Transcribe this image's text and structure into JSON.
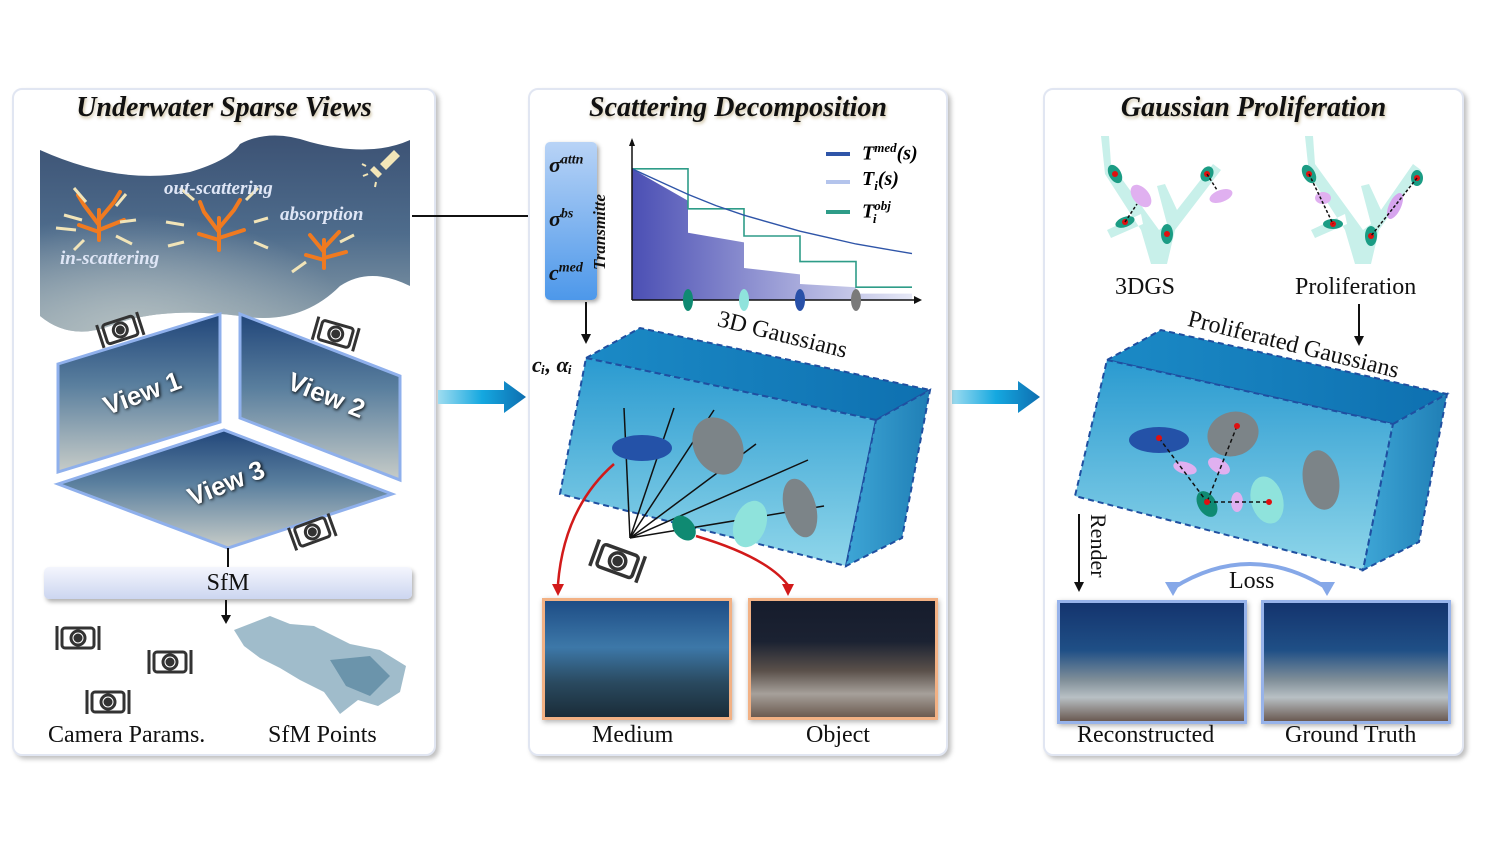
{
  "panels": {
    "underwater": {
      "title": "Underwater Sparse Views",
      "phenomena": [
        "out-scattering",
        "absorption",
        "in-scattering"
      ],
      "views": [
        "View 1",
        "View 2",
        "View 3"
      ],
      "sfm_label": "SfM",
      "outputs": [
        "Camera Params.",
        "SfM Points"
      ]
    },
    "scattering": {
      "title": "Scattering Decomposition",
      "params": {
        "sigma_attn": {
          "base": "σ",
          "sup": "attn"
        },
        "sigma_bs": {
          "base": "σ",
          "sup": "bs"
        },
        "c_med": {
          "base": "c",
          "sup": "med"
        }
      },
      "ci_alpha": "c",
      "ci_alpha_text": "cᵢ, αᵢ",
      "gaussians_label": "3D Gaussians",
      "outputs": [
        "Medium",
        "Object"
      ]
    },
    "proliferation": {
      "title": "Gaussian Proliferation",
      "sub_labels": [
        "3DGS",
        "Proliferation"
      ],
      "gaussians_label": "Proliferated Gaussians",
      "render_label": "Render",
      "loss_label": "Loss",
      "outputs": [
        "Reconstructed",
        "Ground Truth"
      ]
    }
  },
  "chart_data": {
    "type": "line",
    "title": "",
    "xlabel": "",
    "ylabel": "Transmitte",
    "legend_position": "top-right",
    "x_range": [
      0,
      10
    ],
    "y_range": [
      0,
      1
    ],
    "series": [
      {
        "name": "T^med(s)",
        "label_base": "T",
        "label_sup": "med",
        "label_tail": "(s)",
        "color": "#2f55a8",
        "kind": "curve",
        "x": [
          0,
          1,
          2,
          3,
          4,
          5,
          6,
          7,
          8,
          9,
          10
        ],
        "y": [
          0.82,
          0.74,
          0.66,
          0.59,
          0.53,
          0.48,
          0.43,
          0.39,
          0.35,
          0.32,
          0.29
        ]
      },
      {
        "name": "T_i(s)",
        "label_base": "T",
        "label_sub": "i",
        "label_tail": "(s)",
        "color": "#b4c4ec",
        "kind": "area-step",
        "x": [
          0,
          2,
          2,
          4,
          4,
          6,
          6,
          8,
          8,
          10
        ],
        "y": [
          0.82,
          0.62,
          0.42,
          0.36,
          0.2,
          0.16,
          0.1,
          0.08,
          0.04,
          0.04
        ]
      },
      {
        "name": "T_i^obj",
        "label_base": "T",
        "label_sub": "i",
        "label_sup": "obj",
        "color": "#2e9c88",
        "kind": "step",
        "x": [
          0,
          2,
          2,
          4,
          4,
          6,
          6,
          8,
          8,
          10
        ],
        "y": [
          0.82,
          0.82,
          0.57,
          0.57,
          0.4,
          0.4,
          0.24,
          0.24,
          0.08,
          0.08
        ]
      }
    ],
    "markers": [
      {
        "x": 2,
        "color": "#0f8a72"
      },
      {
        "x": 4,
        "color": "#8fe3dc"
      },
      {
        "x": 6,
        "color": "#2850a8"
      },
      {
        "x": 8,
        "color": "#7a7a7a"
      }
    ]
  }
}
